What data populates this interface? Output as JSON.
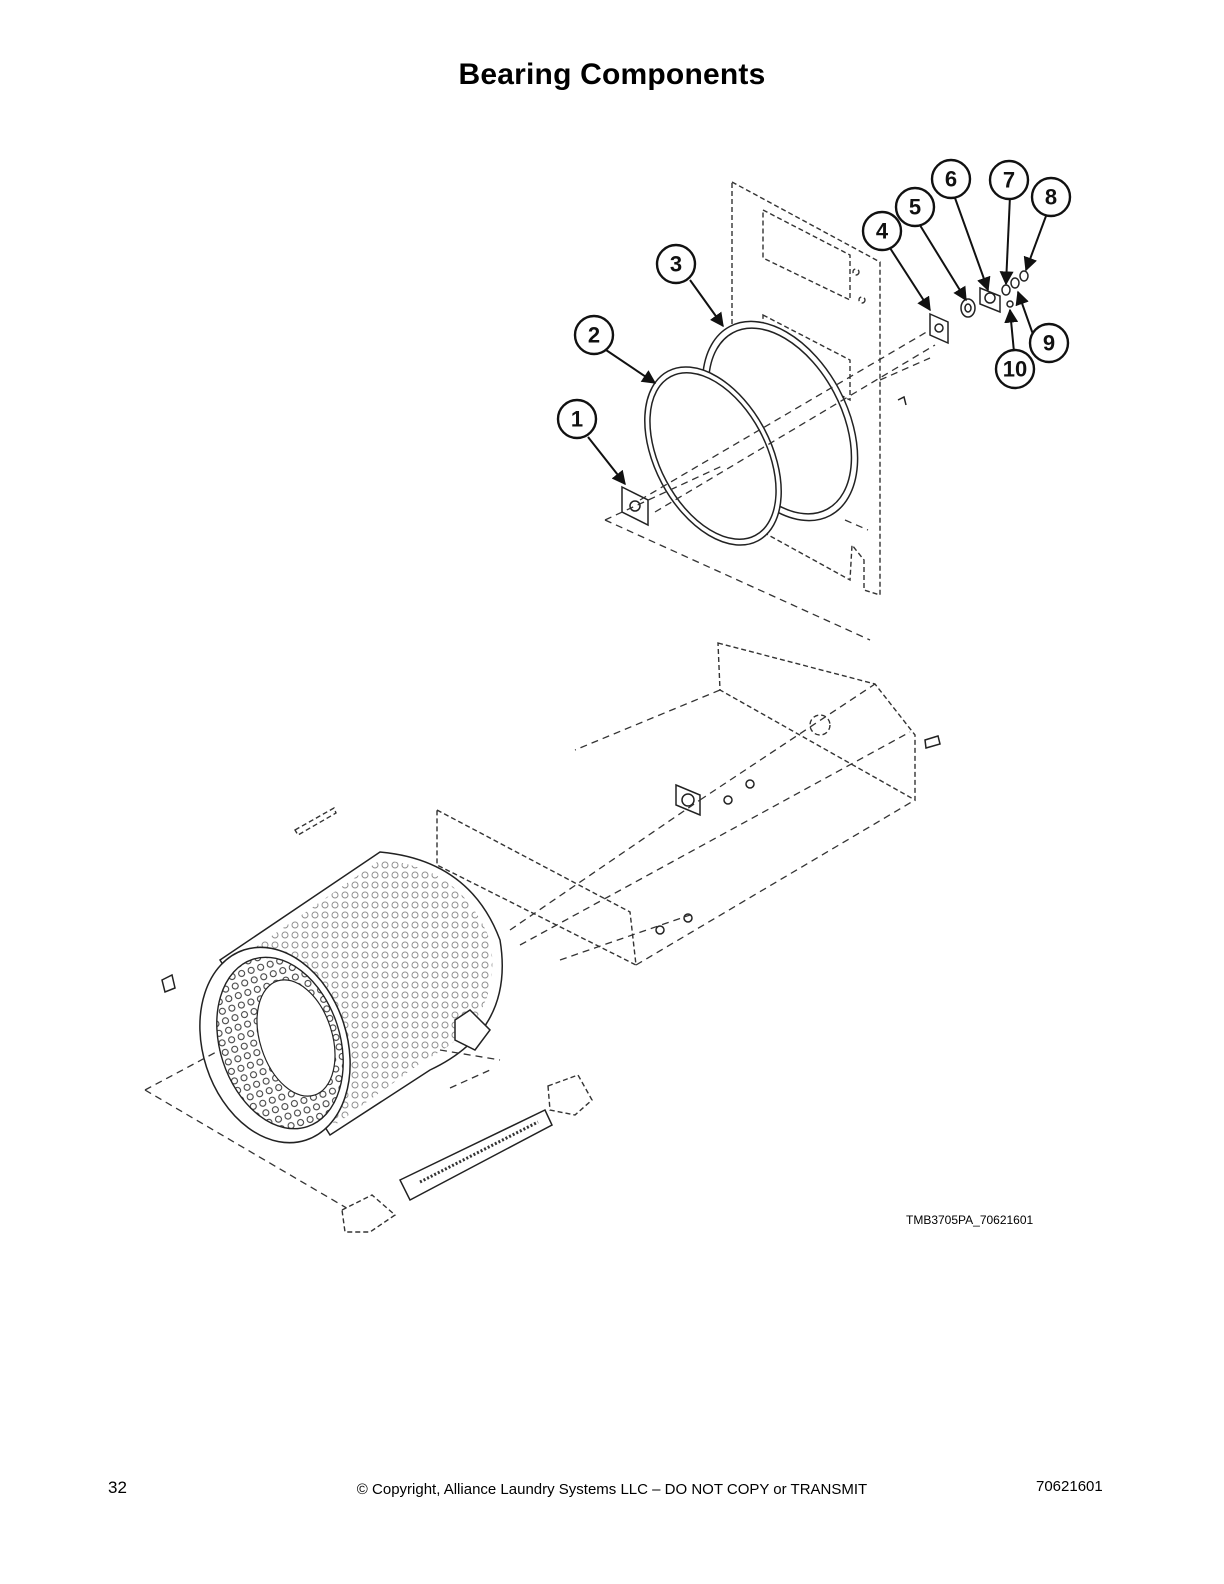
{
  "page": {
    "title": "Bearing Components",
    "figure_code": "TMB3705PA_70621601",
    "footer": {
      "page_number": "32",
      "copyright": "© Copyright, Alliance Laundry Systems LLC – DO NOT COPY or TRANSMIT",
      "doc_number": "70621601"
    }
  },
  "callouts": [
    "1",
    "2",
    "3",
    "4",
    "5",
    "6",
    "7",
    "8",
    "9",
    "10"
  ]
}
